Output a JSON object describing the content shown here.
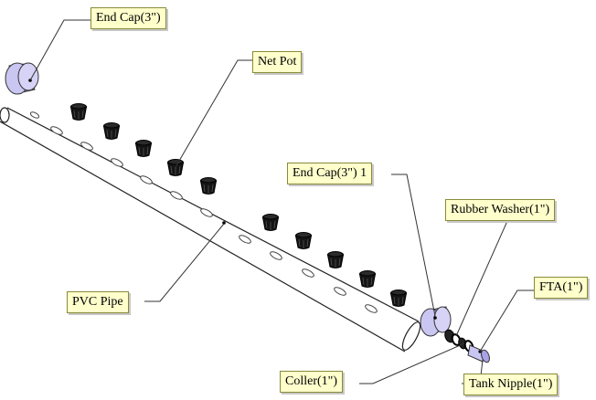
{
  "labels": {
    "end_cap": "End Cap(3\")",
    "net_pot": "Net Pot",
    "end_cap_1": "End Cap(3\") 1",
    "rubber_washer": "Rubber Washer(1\")",
    "fta": "FTA(1\")",
    "pvc_pipe": "PVC Pipe",
    "coller": "Coller(1\")",
    "tank_nipple": "Tank Nipple(1\")"
  },
  "colors": {
    "end_cap_fill": "#c9c6f2",
    "end_cap_shade": "#a7a3e6",
    "pot_fill": "#1a1a1a",
    "label_bg": "#ffffcc",
    "leader": "#333333"
  }
}
